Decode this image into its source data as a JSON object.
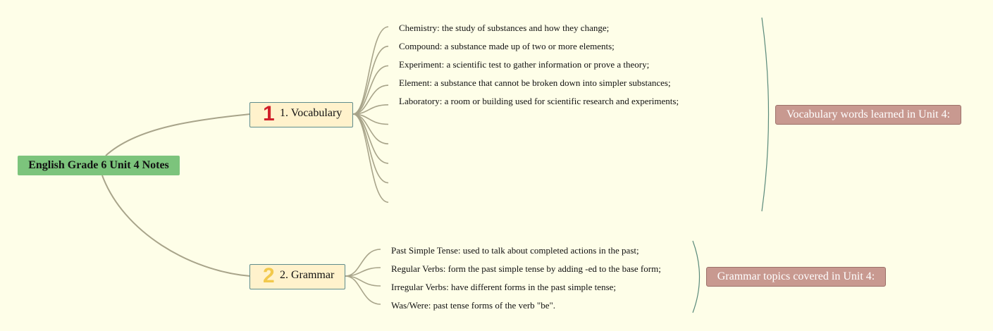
{
  "root": {
    "title": "English Grade 6 Unit 4 Notes"
  },
  "branches": [
    {
      "number": "1",
      "label": "1. Vocabulary",
      "number_color": "#d0202a",
      "summary": "Vocabulary words learned in Unit 4:",
      "items": [
        "Chemistry: the study of substances and how they change;",
        "Compound: a substance made up of two or more elements;",
        "Experiment: a scientific test to gather information or prove a theory;",
        "Element: a substance that cannot be broken down into simpler substances;",
        "Laboratory: a room or building used for scientific research and experiments;",
        "",
        "",
        "",
        "",
        ""
      ]
    },
    {
      "number": "2",
      "label": "2. Grammar",
      "number_color": "#f2c94c",
      "summary": "Grammar topics covered in Unit 4:",
      "items": [
        "Past Simple Tense: used to talk about completed actions in the past;",
        "Regular Verbs: form the past simple tense by adding -ed to the base form;",
        "Irregular Verbs: have different forms in the past simple tense;",
        "Was/Were: past tense forms of the verb \"be\"."
      ]
    }
  ],
  "colors": {
    "background": "#fefee8",
    "root": "#7cc47c",
    "branch": "#fff2cc",
    "summary": "#c89990",
    "connector": "#a8a48a",
    "brace": "#5a8a7a"
  }
}
